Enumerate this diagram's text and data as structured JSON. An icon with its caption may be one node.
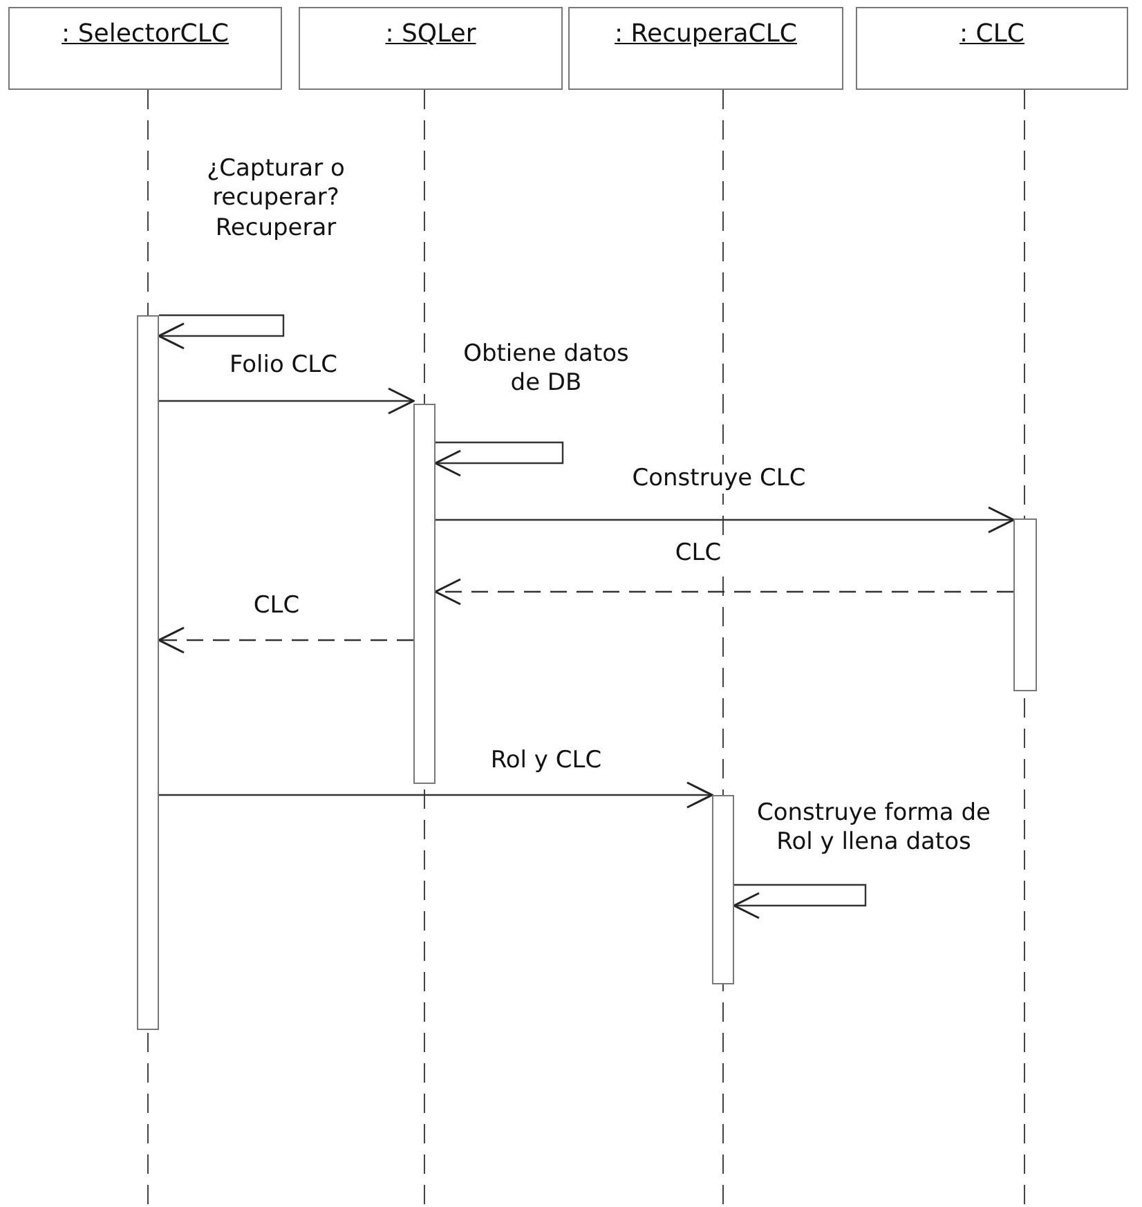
{
  "diagram": {
    "nodes": [
      {
        "text": [
          ": SelectorCLC"
        ]
      },
      {
        "text": [
          ": SQLer"
        ]
      },
      {
        "text": [
          ": RecuperaCLC"
        ]
      },
      {
        "text": [
          ": CLC"
        ]
      },
      {
        "text": [],
        "shape": "bar"
      },
      {
        "text": [],
        "shape": "bar"
      },
      {
        "text": [],
        "shape": "bar"
      },
      {
        "text": [],
        "shape": "bar"
      }
    ],
    "edges": [
      {
        "from": 4,
        "to": 4,
        "arrow": "to",
        "label": "¿Capturar o recuperar? Recuperar"
      },
      {
        "from": 4,
        "to": 5,
        "arrow": "to",
        "label": "Folio CLC"
      },
      {
        "from": 5,
        "to": 5,
        "arrow": "to",
        "label": "Obtiene datos de DB"
      },
      {
        "from": 5,
        "to": 6,
        "arrow": "to",
        "label": "Construye CLC"
      },
      {
        "from": 6,
        "to": 5,
        "arrow": "to",
        "label": "CLC",
        "style": "dashed"
      },
      {
        "from": 5,
        "to": 4,
        "arrow": "to",
        "label": "CLC",
        "style": "dashed"
      },
      {
        "from": 4,
        "to": 7,
        "arrow": "to",
        "label": "Rol y CLC"
      },
      {
        "from": 7,
        "to": 7,
        "arrow": "to",
        "label": "Construye forma de Rol y llena datos"
      }
    ]
  }
}
